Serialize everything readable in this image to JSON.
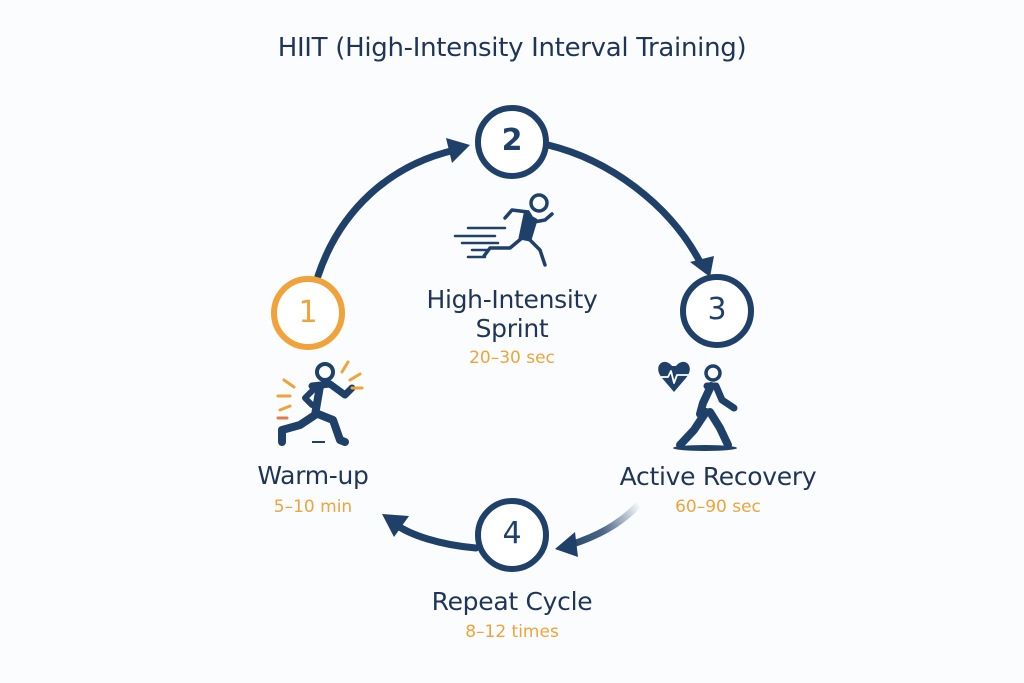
{
  "title": "HIIT (High-Intensity Interval Training)",
  "colors": {
    "primary": "#1f4068",
    "accent": "#f0a33a",
    "background": "#fbfcfd"
  },
  "steps": [
    {
      "number": "1",
      "label": "Warm-up",
      "detail": "5–10 min",
      "icon": "warm-up-runner-icon",
      "highlight": true
    },
    {
      "number": "2",
      "label_line1": "High-Intensity",
      "label_line2": "Sprint",
      "detail": "20–30 sec",
      "icon": "sprinter-icon",
      "highlight": false
    },
    {
      "number": "3",
      "label": "Active Recovery",
      "detail": "60–90 sec",
      "icon": "walking-heart-icon",
      "highlight": false
    },
    {
      "number": "4",
      "label": "Repeat Cycle",
      "detail": "8–12 times",
      "icon": "none",
      "highlight": false
    }
  ]
}
